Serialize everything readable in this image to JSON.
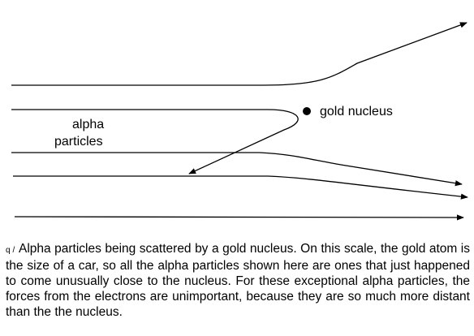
{
  "figure": {
    "label_nucleus": "gold nucleus",
    "label_alpha_line1": "alpha",
    "label_alpha_line2": "particles",
    "color": "#000000"
  },
  "caption": {
    "tag": "q /",
    "text": "Alpha particles being scattered by a gold nucleus.  On this scale, the gold atom is the size of a car, so all the alpha particles shown here are ones that just happened to come unusually close to the nucleus. For these exceptional alpha particles, the forces from the electrons are unimportant, because they are so much more distant than the the nucleus."
  }
}
